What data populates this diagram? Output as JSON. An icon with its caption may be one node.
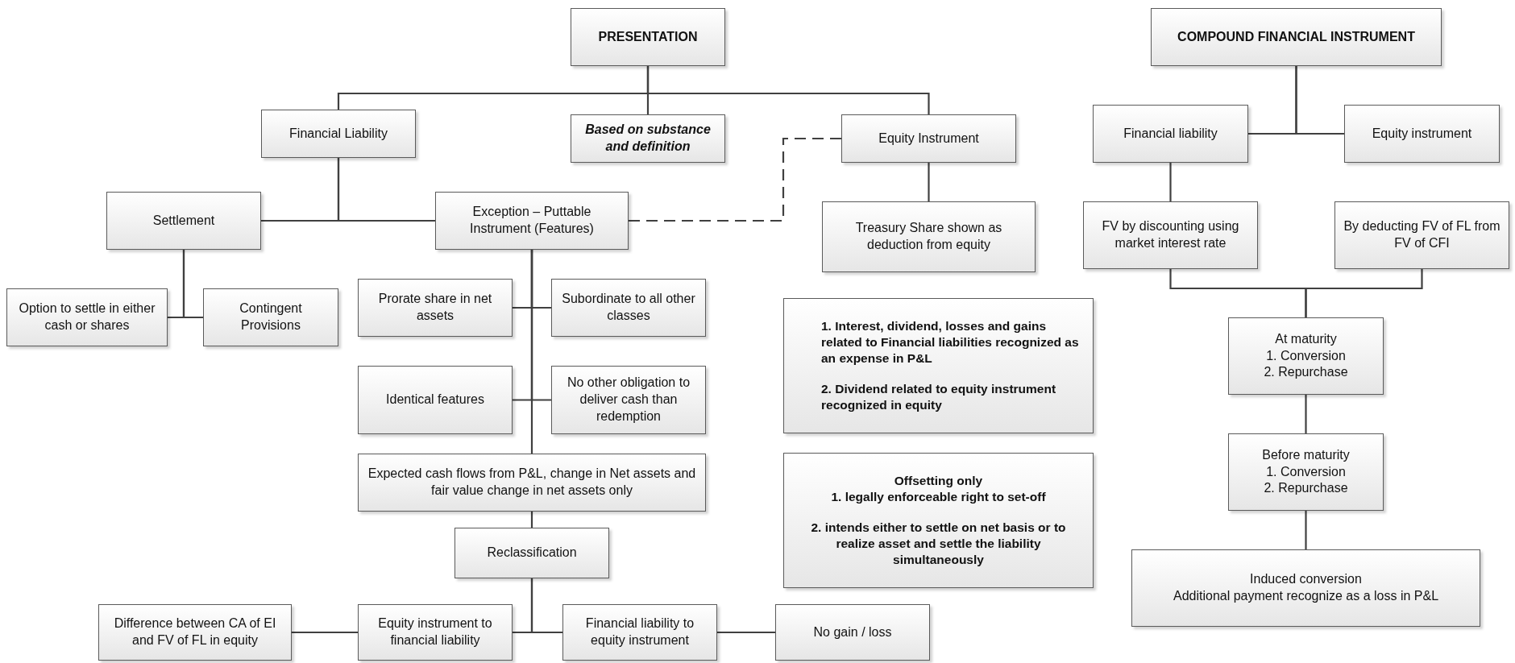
{
  "diagram": {
    "nodes": [
      {
        "text": [
          "PRESENTATION"
        ]
      },
      {
        "text": [
          "Financial Liability"
        ]
      },
      {
        "text": [
          "Based on substance and definition"
        ]
      },
      {
        "text": [
          "Equity Instrument"
        ]
      },
      {
        "text": [
          "Settlement"
        ]
      },
      {
        "text": [
          "Exception – Puttable Instrument (Features)"
        ]
      },
      {
        "text": [
          "Treasury Share shown as deduction from equity"
        ]
      },
      {
        "text": [
          "Option to settle in either cash or shares"
        ]
      },
      {
        "text": [
          "Contingent Provisions"
        ]
      },
      {
        "text": [
          "Prorate share in net assets"
        ]
      },
      {
        "text": [
          "Subordinate to all other classes"
        ]
      },
      {
        "text": [
          "1. Interest, dividend, losses and gains related to Financial liabilities recognized as an expense in P&L",
          "2. Dividend related to equity instrument recognized in equity"
        ]
      },
      {
        "text": [
          "Identical features"
        ]
      },
      {
        "text": [
          "No other obligation to deliver cash than redemption"
        ]
      },
      {
        "text": [
          "Offsetting only",
          "1. legally enforceable right to set-off",
          "2. intends either to settle on net basis or to realize asset and settle the liability simultaneously"
        ]
      },
      {
        "text": [
          "Expected cash flows from P&L, change in Net assets and fair value change in net assets only"
        ]
      },
      {
        "text": [
          "Reclassification"
        ]
      },
      {
        "text": [
          "Difference between CA of EI and FV of FL in equity"
        ]
      },
      {
        "text": [
          "Equity instrument to financial liability"
        ]
      },
      {
        "text": [
          "Financial liability to equity instrument"
        ]
      },
      {
        "text": [
          "No gain / loss"
        ]
      },
      {
        "text": [
          "COMPOUND FINANCIAL INSTRUMENT"
        ]
      },
      {
        "text": [
          "Financial liability"
        ]
      },
      {
        "text": [
          "Equity instrument"
        ]
      },
      {
        "text": [
          "FV by discounting using market interest rate"
        ]
      },
      {
        "text": [
          "By deducting FV of FL from FV of CFI"
        ]
      },
      {
        "text": [
          "At maturity",
          "1. Conversion",
          "2. Repurchase"
        ]
      },
      {
        "text": [
          "Before maturity",
          "1. Conversion",
          "2. Repurchase"
        ]
      },
      {
        "text": [
          "Induced conversion",
          "Additional payment recognize as a loss in P&L"
        ]
      }
    ],
    "edges": [
      {
        "from": 0,
        "to": 1,
        "arrow": "none"
      },
      {
        "from": 0,
        "to": 2,
        "arrow": "none"
      },
      {
        "from": 0,
        "to": 3,
        "arrow": "none"
      },
      {
        "from": 1,
        "to": 4,
        "arrow": "none"
      },
      {
        "from": 1,
        "to": 5,
        "arrow": "none"
      },
      {
        "from": 5,
        "to": 3,
        "arrow": "none",
        "style": "dashed"
      },
      {
        "from": 3,
        "to": 6,
        "arrow": "none"
      },
      {
        "from": 4,
        "to": 7,
        "arrow": "none"
      },
      {
        "from": 4,
        "to": 8,
        "arrow": "none"
      },
      {
        "from": 5,
        "to": 9,
        "arrow": "none"
      },
      {
        "from": 5,
        "to": 10,
        "arrow": "none"
      },
      {
        "from": 5,
        "to": 12,
        "arrow": "none"
      },
      {
        "from": 5,
        "to": 13,
        "arrow": "none"
      },
      {
        "from": 5,
        "to": 15,
        "arrow": "none"
      },
      {
        "from": 15,
        "to": 16,
        "arrow": "none"
      },
      {
        "from": 16,
        "to": 18,
        "arrow": "none"
      },
      {
        "from": 16,
        "to": 19,
        "arrow": "none"
      },
      {
        "from": 18,
        "to": 17,
        "arrow": "none"
      },
      {
        "from": 19,
        "to": 20,
        "arrow": "none"
      },
      {
        "from": 21,
        "to": 22,
        "arrow": "none"
      },
      {
        "from": 21,
        "to": 23,
        "arrow": "none"
      },
      {
        "from": 22,
        "to": 24,
        "arrow": "none"
      },
      {
        "from": 24,
        "to": 26,
        "arrow": "none"
      },
      {
        "from": 25,
        "to": 26,
        "arrow": "none"
      },
      {
        "from": 26,
        "to": 27,
        "arrow": "none"
      },
      {
        "from": 27,
        "to": 28,
        "arrow": "none"
      }
    ]
  }
}
